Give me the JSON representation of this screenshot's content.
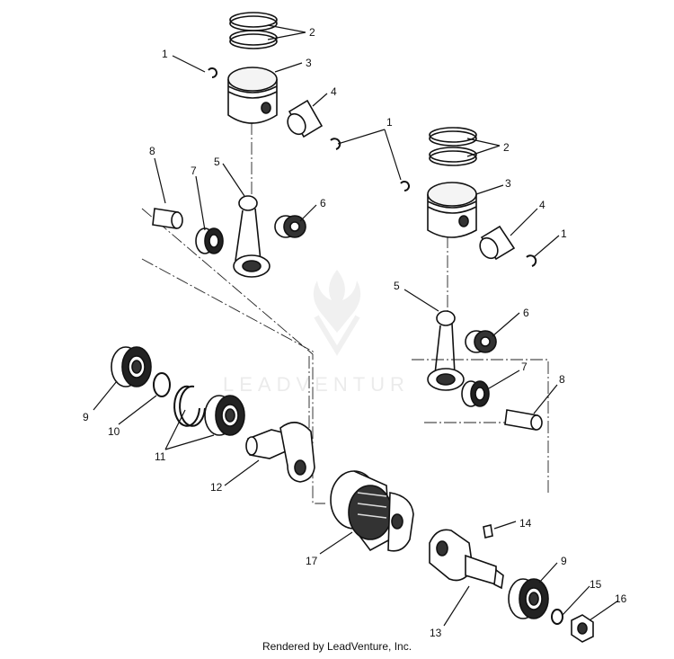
{
  "watermark": {
    "text": "LEADVENTUR"
  },
  "footer": {
    "text": "Rendered by LeadVenture, Inc."
  },
  "callouts": {
    "c1a": "1",
    "c2a": "2",
    "c3a": "3",
    "c4a": "4",
    "c1b": "1",
    "c2b": "2",
    "c3b": "3",
    "c4b": "4",
    "c1c": "1",
    "c8a": "8",
    "c7a": "7",
    "c5a": "5",
    "c6a": "6",
    "c5b": "5",
    "c6b": "6",
    "c7b": "7",
    "c8b": "8",
    "c9a": "9",
    "c10": "10",
    "c11": "11",
    "c12": "12",
    "c17": "17",
    "c14": "14",
    "c9b": "9",
    "c15": "15",
    "c16": "16",
    "c13": "13"
  }
}
